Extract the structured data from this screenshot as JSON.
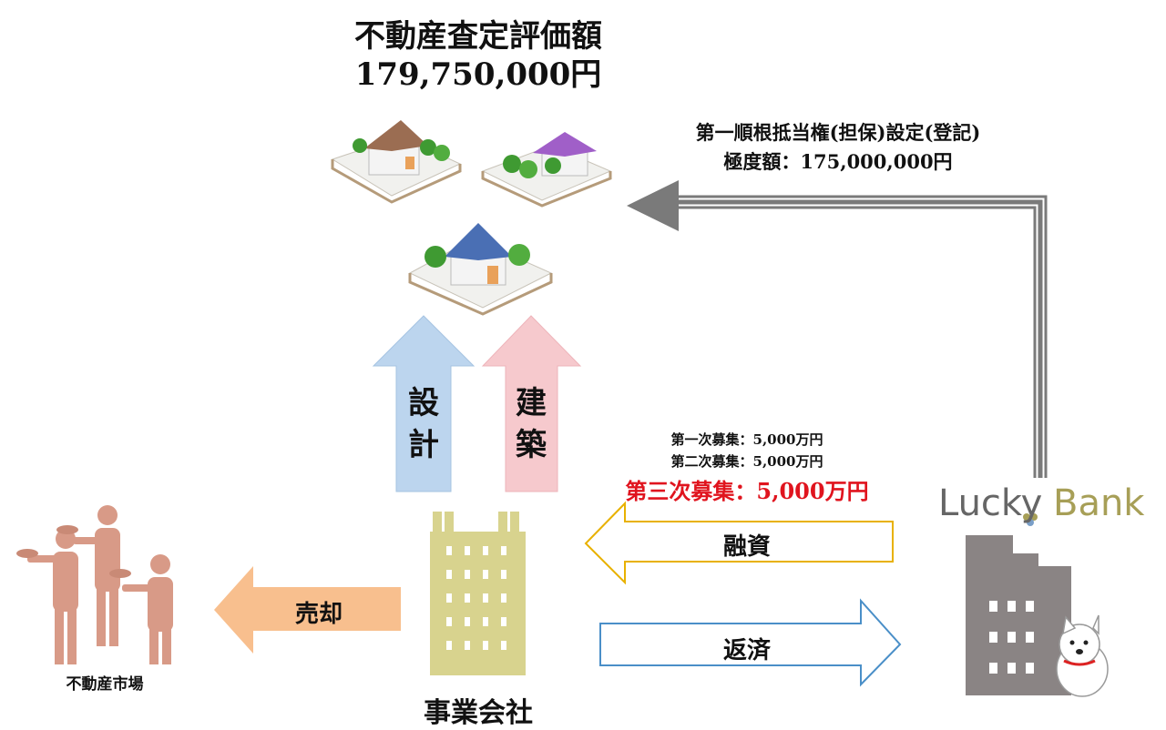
{
  "title": {
    "line1": "不動産査定評価額",
    "line2": "179,750,000円"
  },
  "lien": {
    "line1": "第一順根抵当権(担保)設定(登記)",
    "line2": "極度額：175,000,000円"
  },
  "arrows": {
    "design": {
      "char1": "設",
      "char2": "計",
      "color": "#bcd5ee"
    },
    "build": {
      "char1": "建",
      "char2": "築",
      "color": "#f6c9cd"
    },
    "loan": {
      "label": "融資",
      "border": "#e8b100"
    },
    "repay": {
      "label": "返済",
      "border": "#4a8fc8"
    },
    "sale": {
      "label": "売却",
      "color": "#f8bf8e"
    },
    "lien_arrow": {
      "color": "#7a7a7a"
    }
  },
  "funding_rounds": {
    "first": "第一次募集：5,000万円",
    "second": "第二次募集：5,000万円",
    "third": "第三次募集：5,000万円"
  },
  "brand": {
    "lucky": "Lucky",
    "bank": "Bank"
  },
  "labels": {
    "market": "不動産市場",
    "company": "事業会社"
  },
  "colors": {
    "building_company": "#d8d38e",
    "building_bank": "#8a8484",
    "people": "#d89a87",
    "highlight": "#e0141e"
  }
}
